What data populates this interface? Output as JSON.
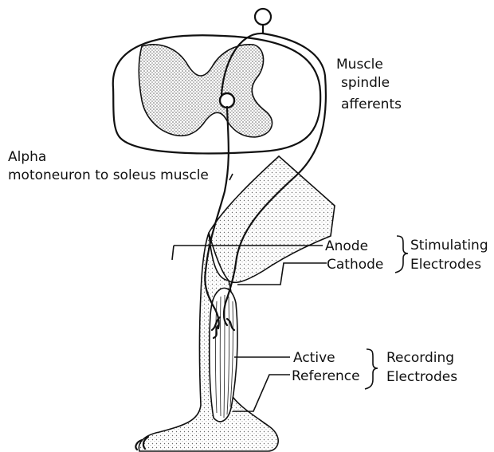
{
  "labels": {
    "muscle_spindle_1": "Muscle",
    "muscle_spindle_2": "spindle",
    "muscle_spindle_3": "afferents",
    "alpha_1": "Alpha",
    "alpha_2": "motoneuron to soleus muscle",
    "anode": "Anode",
    "cathode": "Cathode",
    "stimulating": "Stimulating",
    "stim_electrodes": "Electrodes",
    "active": "Active",
    "reference": "Reference",
    "recording": "Recording",
    "rec_electrodes": "Electrodes"
  }
}
